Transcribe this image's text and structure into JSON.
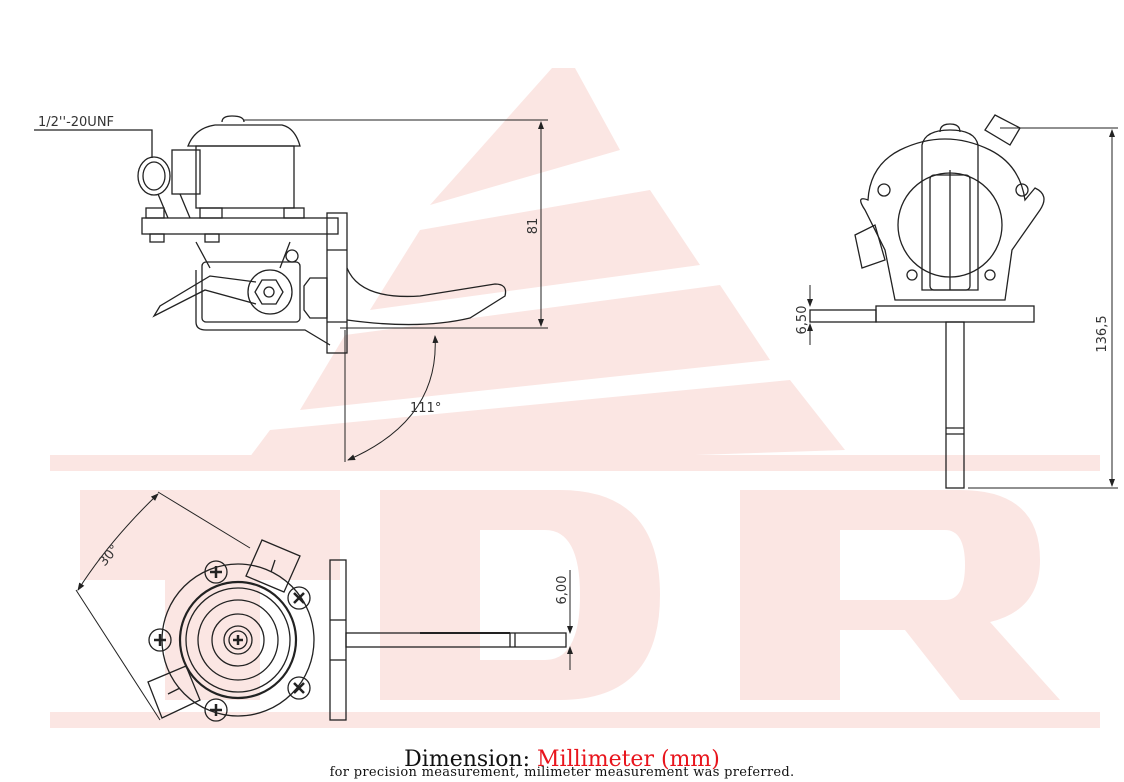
{
  "watermark": {
    "text": "TDR",
    "color": "#fbe3e0"
  },
  "side_view": {
    "thread_label": "1/2''-20UNF",
    "height_dim": "81",
    "lever_angle": "111°"
  },
  "front_view": {
    "flange_thickness_dim": "6,50",
    "total_height_dim": "136,5"
  },
  "top_view": {
    "outlet_angle": "30°",
    "arm_thickness_dim": "6,00"
  },
  "footer": {
    "title_prefix": "Dimension: ",
    "title_unit": "Millimeter (mm)",
    "title_unit_color": "#e8141c",
    "note": "for precision measurement, milimeter measurement was preferred."
  }
}
